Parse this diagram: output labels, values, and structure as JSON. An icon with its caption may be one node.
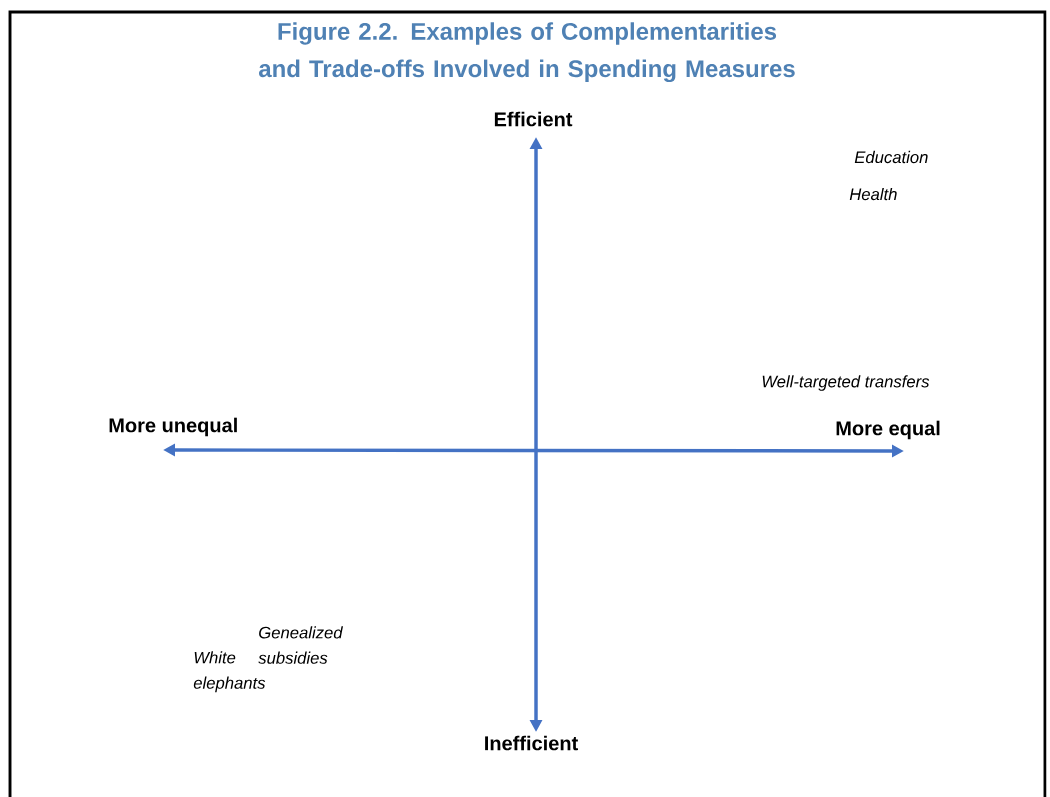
{
  "diagram": {
    "title": "Figure 2.2. Examples of Complementarities and Trade-offs Involved in Spending Measures",
    "labels": [
      "Efficient",
      "Education",
      "Health",
      "Well-targeted transfers",
      "More unequal",
      "More equal",
      "Genealized subsidies",
      "White elephants",
      "Inefficient"
    ]
  }
}
